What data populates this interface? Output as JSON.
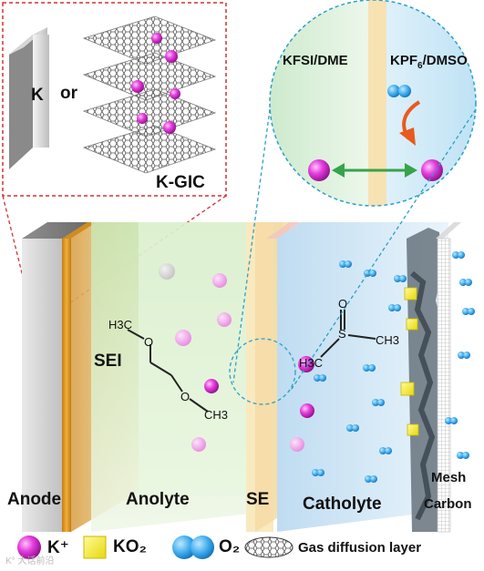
{
  "labels": {
    "k": "K",
    "or": "or",
    "kgic": "K-GIC",
    "kfsi_dme": "KFSI/DME",
    "kpf6_dmso_pre": "KPF",
    "kpf6_dmso_sub": "6",
    "kpf6_dmso_post": "/DMSO",
    "sei": "SEI",
    "anode": "Anode",
    "anolyte": "Anolyte",
    "se": "SE",
    "catholyte": "Catholyte",
    "mesh": "Mesh",
    "carbon": "Carbon",
    "dme_h3c": "H3C",
    "dme_o1": "O",
    "dme_o2": "O",
    "dme_ch3": "CH3",
    "dmso_s": "S",
    "dmso_o": "O",
    "dmso_ch3": "CH3",
    "dmso_h3c": "H3C"
  },
  "legend": {
    "kplus": "K⁺",
    "ko2": "KO₂",
    "o2": "O₂",
    "gdl": "Gas diffusion layer"
  },
  "watermark": "K° 大话前沿",
  "colors": {
    "potassium": "#d62bd0",
    "ko2": "#f5ee2a",
    "oxygen": "#3aa9ec",
    "sei": "#e8a12a",
    "anolyte": "#dff0cf",
    "catholyte": "#cfe6f5",
    "separator": "#f7e2b3",
    "arrow_orange": "#e85a1e",
    "arrow_green": "#37a34a",
    "dashed_red": "#d33030",
    "dashed_blue": "#2aa0c8"
  },
  "icons": [
    "potassium-ion",
    "ko2-cube",
    "oxygen-molecule",
    "gas-diffusion-layer",
    "graphite-sheet"
  ]
}
